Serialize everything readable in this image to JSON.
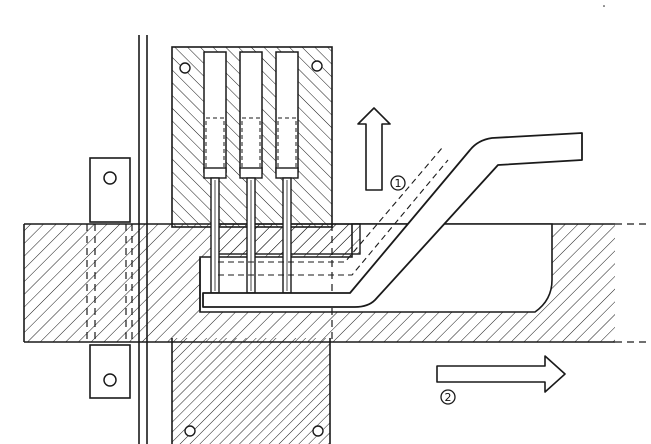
{
  "labels": {
    "step_up": "1",
    "step_right": "2"
  },
  "colors": {
    "ink": "#1a1a1a",
    "paper": "#ffffff"
  },
  "parts": {
    "pin_count": 3,
    "clamp_screw_count": 2,
    "block_screw_count": 4
  }
}
